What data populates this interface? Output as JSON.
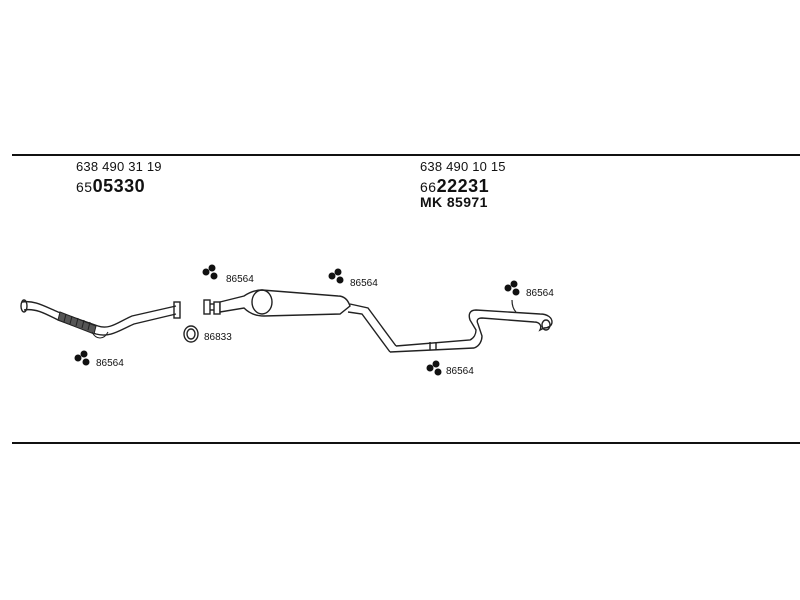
{
  "groups": {
    "left": {
      "part_number": "638 490 31 19",
      "code_prefix": "65",
      "code_main": "05330"
    },
    "right": {
      "part_number": "638 490 10 15",
      "code_prefix": "66",
      "code_main": "22231",
      "mk_label": "MK 85971"
    }
  },
  "callouts": {
    "hanger_1": "86564",
    "hanger_2": "86564",
    "hanger_3": "86564",
    "hanger_4": "86564",
    "hanger_5": "86564",
    "ring": "86833"
  }
}
